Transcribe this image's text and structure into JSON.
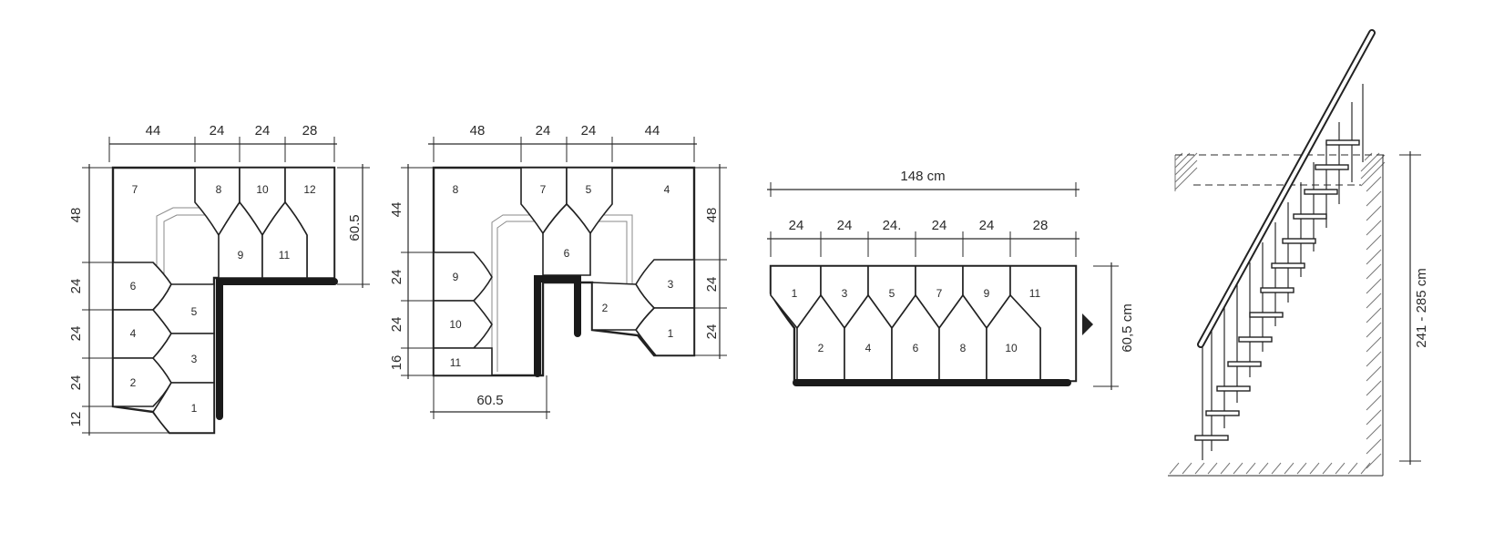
{
  "plan_l_shape": {
    "top_dims": [
      "44",
      "24",
      "24",
      "28"
    ],
    "left_dims": [
      "48",
      "24",
      "24",
      "24",
      "12"
    ],
    "right_dim": "60.5",
    "tread_numbers": [
      "1",
      "2",
      "3",
      "4",
      "5",
      "6",
      "7",
      "8",
      "9",
      "10",
      "11",
      "12"
    ]
  },
  "plan_u_shape": {
    "top_dims": [
      "48",
      "24",
      "24",
      "44"
    ],
    "left_dims": [
      "44",
      "24",
      "24",
      "16"
    ],
    "right_dims": [
      "48",
      "24",
      "24"
    ],
    "bottom_dim": "60.5",
    "tread_numbers": [
      "1",
      "2",
      "3",
      "4",
      "5",
      "6",
      "7",
      "8",
      "9",
      "10",
      "11"
    ]
  },
  "plan_straight": {
    "total_width": "148 cm",
    "top_dims": [
      "24",
      "24",
      "24.",
      "24",
      "24",
      "28"
    ],
    "depth": "60,5 cm",
    "tread_numbers": [
      "1",
      "3",
      "5",
      "7",
      "9",
      "11",
      "2",
      "4",
      "6",
      "8",
      "10"
    ]
  },
  "elevation": {
    "height_range": "241 - 285 cm"
  }
}
